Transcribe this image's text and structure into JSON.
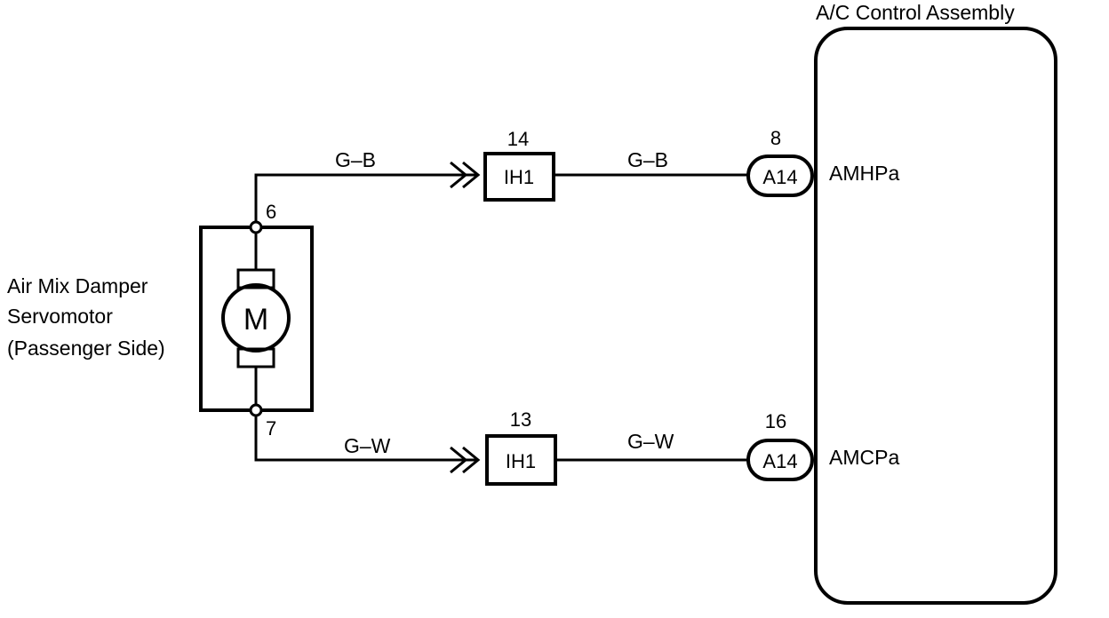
{
  "component": {
    "name_line1": "Air Mix Damper",
    "name_line2": "Servomotor",
    "name_line3": "(Passenger Side)",
    "motor_symbol": "M",
    "pin_top": "6",
    "pin_bottom": "7"
  },
  "control_assembly": {
    "title": "A/C Control Assembly",
    "terminal_upper": "AMHPa",
    "terminal_lower": "AMCPa"
  },
  "upper_circuit": {
    "wire_left": "G–B",
    "wire_right": "G–B",
    "connector_pin": "14",
    "connector_label": "IH1",
    "ecu_pin": "8",
    "ecu_connector": "A14"
  },
  "lower_circuit": {
    "wire_left": "G–W",
    "wire_right": "G–W",
    "connector_pin": "13",
    "connector_label": "IH1",
    "ecu_pin": "16",
    "ecu_connector": "A14"
  }
}
